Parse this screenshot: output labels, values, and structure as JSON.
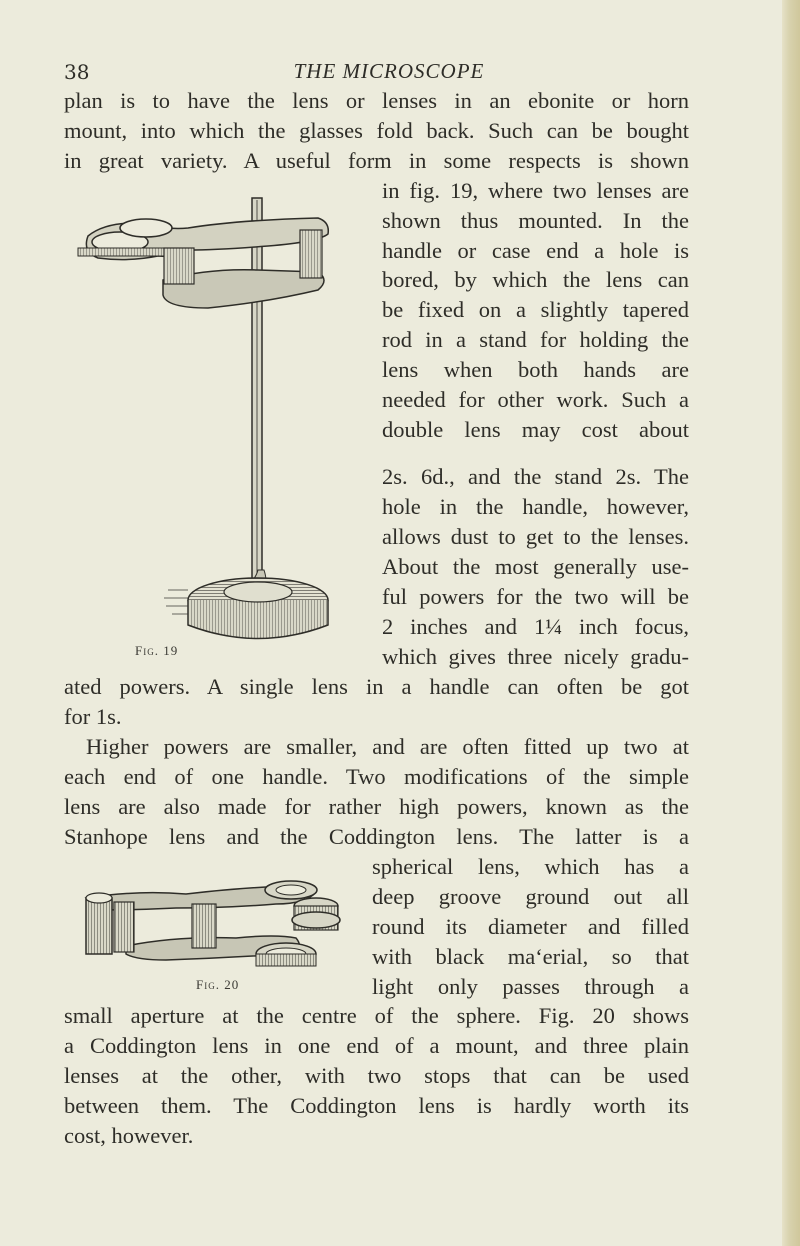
{
  "header": {
    "page_number": "38",
    "running_title": "THE MICROSCOPE"
  },
  "body": {
    "lines_top": [
      "plan is to have the lens or lenses in an ebonite or horn",
      "mount, into which the glasses fold back. Such can be bought",
      "in great variety. A useful form in some respects is shown"
    ],
    "lines_fig19_wrap": [
      "in fig. 19, where two lenses are",
      "shown thus mounted. In the",
      "handle or case end a hole is",
      "bored, by which the lens can",
      "be fixed on a slightly tapered",
      "rod in a stand for holding the",
      "lens when both hands are",
      "needed for other work. Such a",
      "double lens may cost about",
      "2s. 6d., and the stand 2s. The",
      "hole in the handle, however,",
      "allows dust to get to the lenses.",
      "About the most generally use-",
      "ful powers for the two will be",
      "2 inches and 1¼ inch focus,",
      "which gives three nicely gradu-"
    ],
    "lines_after_fig19": [
      "ated powers. A single lens in a handle can often be got",
      "for 1s."
    ],
    "paragraph2_lines": [
      "Higher powers are smaller, and are often fitted up two at",
      "each end of one handle. Two modifications of the simple",
      "lens are also made for rather high powers, known as the",
      "Stanhope lens and the Coddington lens. The latter is a"
    ],
    "lines_fig20_wrap": [
      "spherical lens, which has a",
      "deep groove ground out all",
      "round its diameter and filled",
      "with black ma‘erial, so that",
      "light only passes through a"
    ],
    "lines_after_fig20": [
      "small aperture at the centre of the sphere. Fig. 20 shows",
      "a Coddington lens in one end of a mount, and three plain",
      "lenses at the other, with two stops that can be used",
      "between them. The Coddington lens is hardly worth its",
      "cost, however."
    ]
  },
  "figures": {
    "fig19": {
      "caption": "Fig. 19",
      "subject": "double lens in folding mount on stand"
    },
    "fig20": {
      "caption": "Fig. 20",
      "subject": "Coddington lens mount with three plain lenses and stops"
    }
  },
  "colors": {
    "paper": "#ecebdc",
    "ink": "#2e2d28",
    "page_edge": "#cfc79b"
  }
}
